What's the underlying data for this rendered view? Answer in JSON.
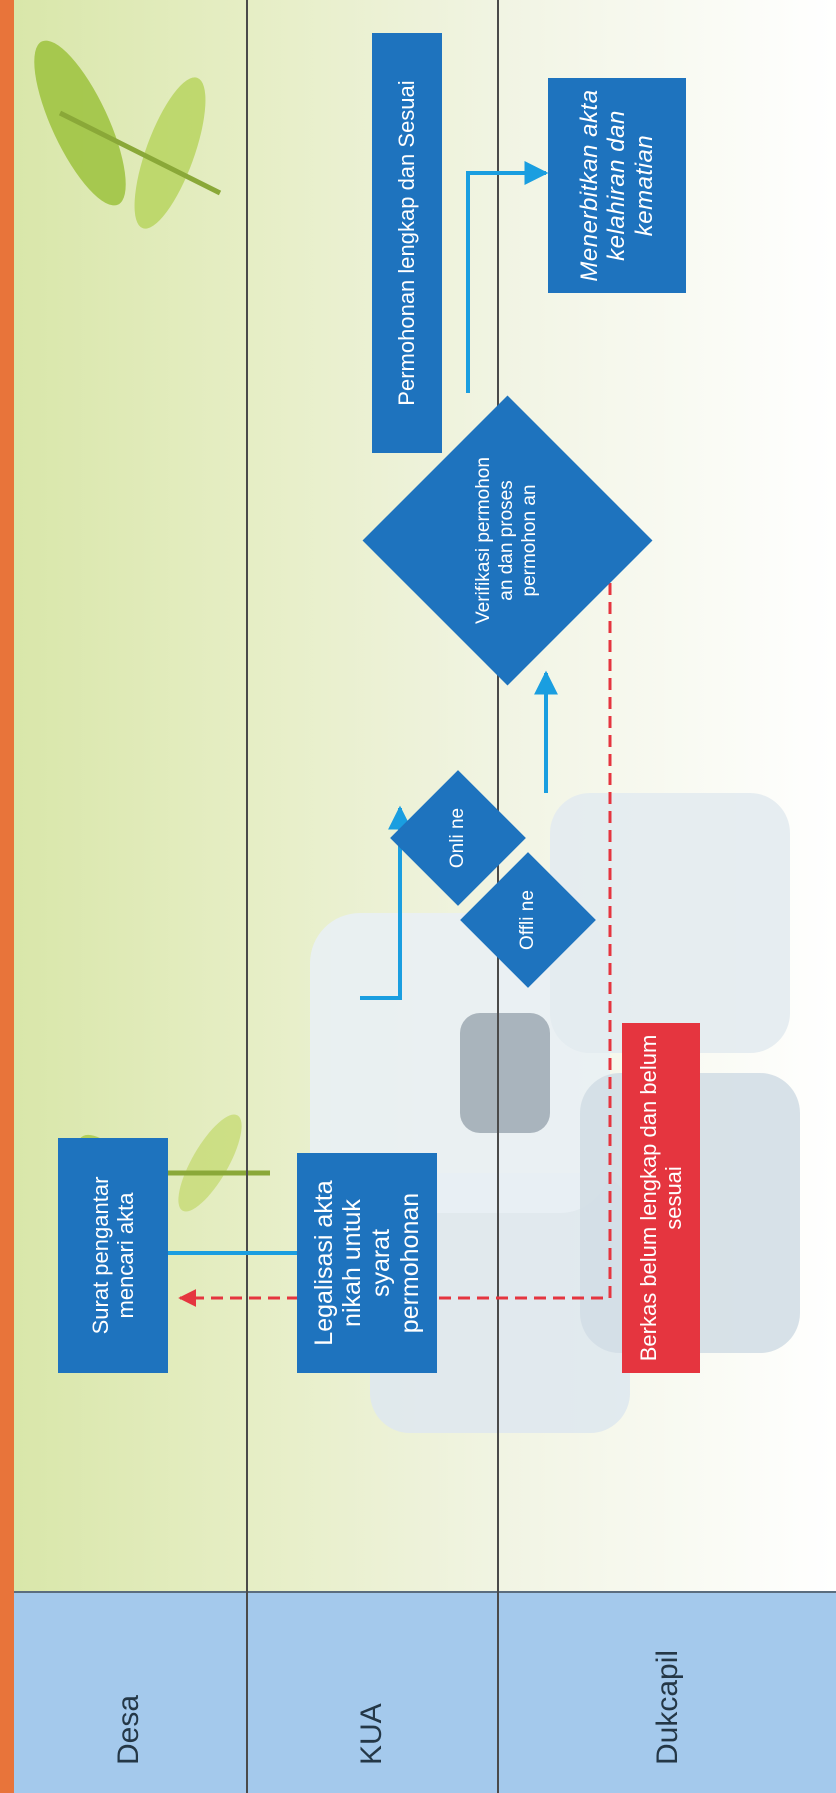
{
  "lanes": {
    "desa": "Desa",
    "kua": "KUA",
    "dukcapil": "Dukcapil"
  },
  "nodes": {
    "surat": "Surat pengantar mencari akta",
    "legalisasi": "Legalisasi akta nikah untuk syarat permohonan",
    "online": "Onli ne",
    "offline": "Offli ne",
    "verifikasi": "Verifikasi permohon an dan proses permohon an",
    "lengkap": "Permohonan lengkap dan Sesuai",
    "menerbitkan": "Menerbitkan akta kelahiran dan kematian",
    "berkas": "Berkas belum lengkap dan belum sesuai"
  },
  "colors": {
    "process_blue": "#1e73be",
    "reject_red": "#e5353f",
    "arrow_blue": "#1a9ee0",
    "lane_header": "#a4c9ec",
    "accent_orange": "#e8743a"
  }
}
